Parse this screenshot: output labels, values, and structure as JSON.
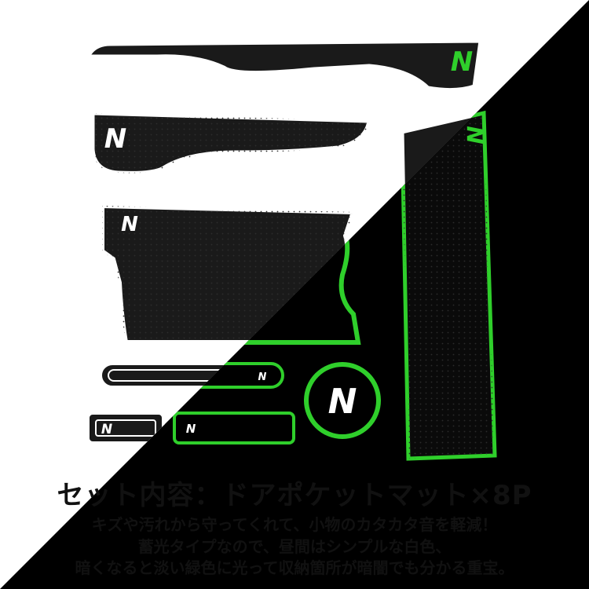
{
  "brand": {
    "logo_letter": "N",
    "glow_color": "#2fcf2b",
    "mat_color": "#1a1a1a",
    "rim_color": "#ffffff"
  },
  "background": {
    "light": "#ffffff",
    "dark": "#000000"
  },
  "caption": {
    "title": "セット内容：ドアポケットマット×8P",
    "lines": [
      "キズや汚れから守ってくれて、小物のカタカタ音を軽減！",
      "蓄光タイプなので、昼間はシンプルな白色、",
      "暗くなると淡い緑色に光って収納箇所が暗闇でも分かる重宝。"
    ]
  }
}
